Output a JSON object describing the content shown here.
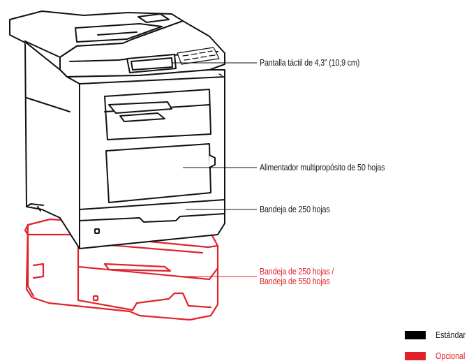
{
  "colors": {
    "standard": "#000000",
    "optional": "#e0222a"
  },
  "callouts": {
    "touchscreen": "Pantalla táctil de 4,3” (10,9 cm)",
    "mp_feeder": "Alimentador multipropósito de 50 hojas",
    "standard_tray": "Bandeja de 250 hojas",
    "optional_tray_line1": "Bandeja de 250 hojas /",
    "optional_tray_line2": "Bandeja de 550 hojas"
  },
  "legend": {
    "standard_label": "Estándar",
    "optional_label": "Opcional"
  }
}
